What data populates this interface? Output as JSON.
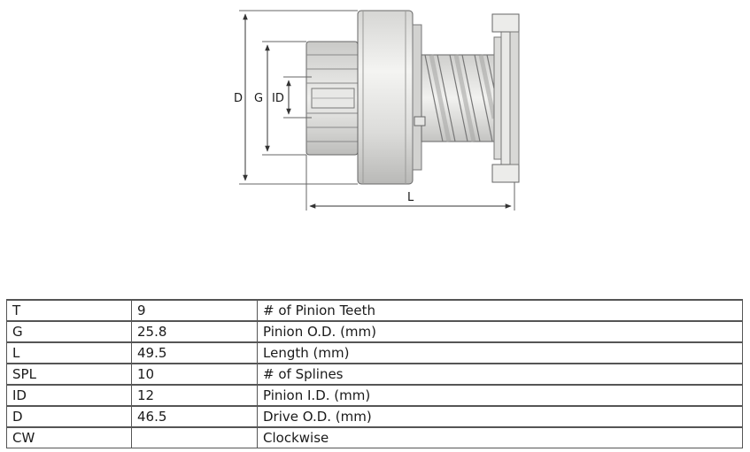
{
  "drawing": {
    "dimension_labels": {
      "d": "D",
      "g": "G",
      "id": "ID",
      "l": "L"
    }
  },
  "spec_table": {
    "rows": [
      {
        "code": "T",
        "value": "9",
        "description": "# of Pinion Teeth"
      },
      {
        "code": "G",
        "value": "25.8",
        "description": "Pinion O.D. (mm)"
      },
      {
        "code": "L",
        "value": "49.5",
        "description": "Length (mm)"
      },
      {
        "code": "SPL",
        "value": "10",
        "description": "# of Splines"
      },
      {
        "code": "ID",
        "value": "12",
        "description": "Pinion I.D. (mm)"
      },
      {
        "code": "D",
        "value": "46.5",
        "description": "Drive O.D. (mm)"
      },
      {
        "code": "CW",
        "value": "",
        "description": "Clockwise"
      }
    ]
  }
}
